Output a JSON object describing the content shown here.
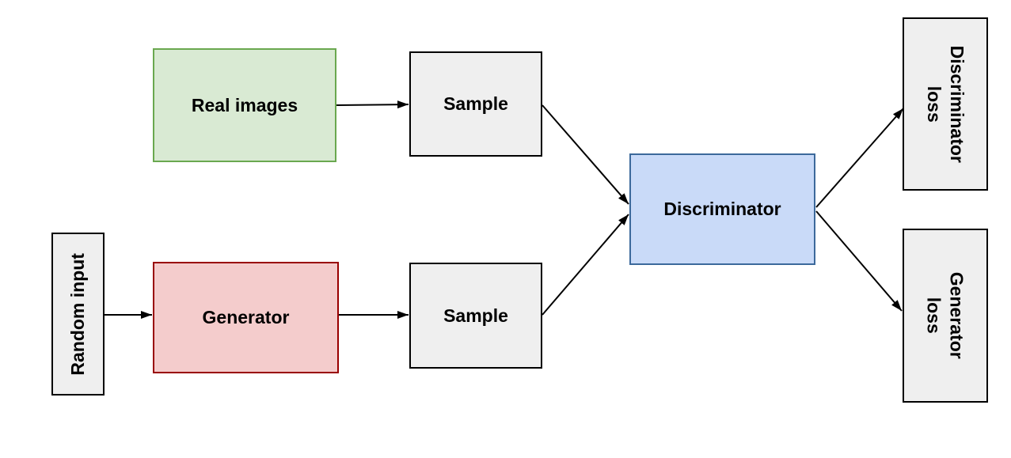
{
  "diagram": {
    "kind": "flow-diagram",
    "background_color": "#ffffff",
    "line_color": "#000000",
    "nodes": {
      "real_images": {
        "label": "Real images",
        "fill": "#d9ead3",
        "border": "#6aa84f"
      },
      "sample_top": {
        "label": "Sample",
        "fill": "#efefef",
        "border": "#000000"
      },
      "random_input": {
        "label": "Random input",
        "fill": "#efefef",
        "border": "#000000",
        "text_rotation": "ccw-90"
      },
      "generator": {
        "label": "Generator",
        "fill": "#f4cccc",
        "border": "#990000"
      },
      "sample_bottom": {
        "label": "Sample",
        "fill": "#efefef",
        "border": "#000000"
      },
      "discriminator": {
        "label": "Discriminator",
        "fill": "#c9daf8",
        "border": "#3c699b"
      },
      "discriminator_loss": {
        "label": "Discriminator loss",
        "fill": "#efefef",
        "border": "#000000",
        "text_rotation": "cw-90"
      },
      "generator_loss": {
        "label": "Generator loss",
        "fill": "#efefef",
        "border": "#000000",
        "text_rotation": "cw-90"
      }
    },
    "edges": [
      {
        "from": "real_images",
        "to": "sample_top"
      },
      {
        "from": "sample_top",
        "to": "discriminator"
      },
      {
        "from": "random_input",
        "to": "generator"
      },
      {
        "from": "generator",
        "to": "sample_bottom"
      },
      {
        "from": "sample_bottom",
        "to": "discriminator"
      },
      {
        "from": "discriminator",
        "to": "discriminator_loss"
      },
      {
        "from": "discriminator",
        "to": "generator_loss"
      }
    ]
  }
}
